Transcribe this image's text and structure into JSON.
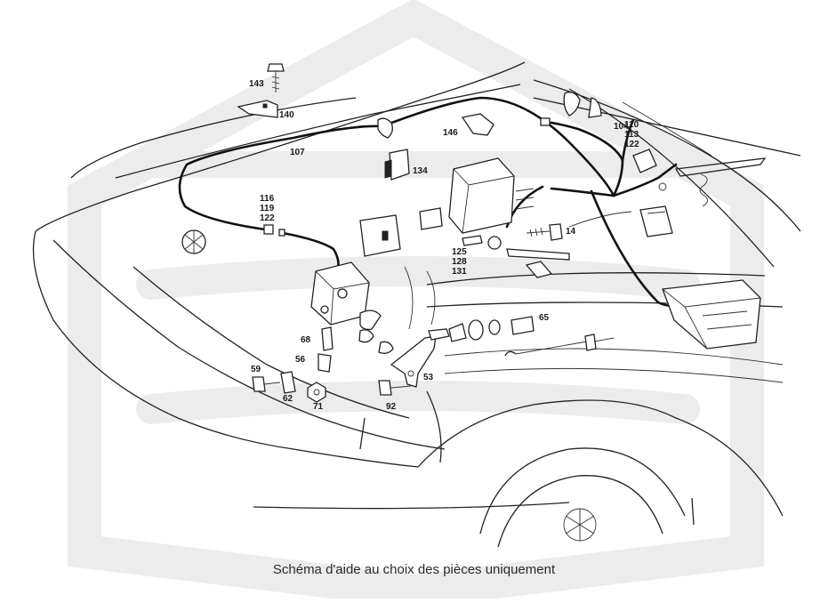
{
  "caption": "Schéma d'aide au choix des pièces uniquement",
  "watermark_color": "#ececec",
  "ink_color": "#222222",
  "part_labels": {
    "p143": "143",
    "p140": "140",
    "p107": "107",
    "p146": "146",
    "p134": "134",
    "p104": "104",
    "p110": "110",
    "p113": "113",
    "p122a": "122",
    "p116": "116",
    "p119": "119",
    "p122b": "122",
    "p14": "14",
    "p125": "125",
    "p128": "128",
    "p131": "131",
    "p65": "65",
    "p68": "68",
    "p56": "56",
    "p59": "59",
    "p62": "62",
    "p71": "71",
    "p92": "92",
    "p53": "53"
  }
}
